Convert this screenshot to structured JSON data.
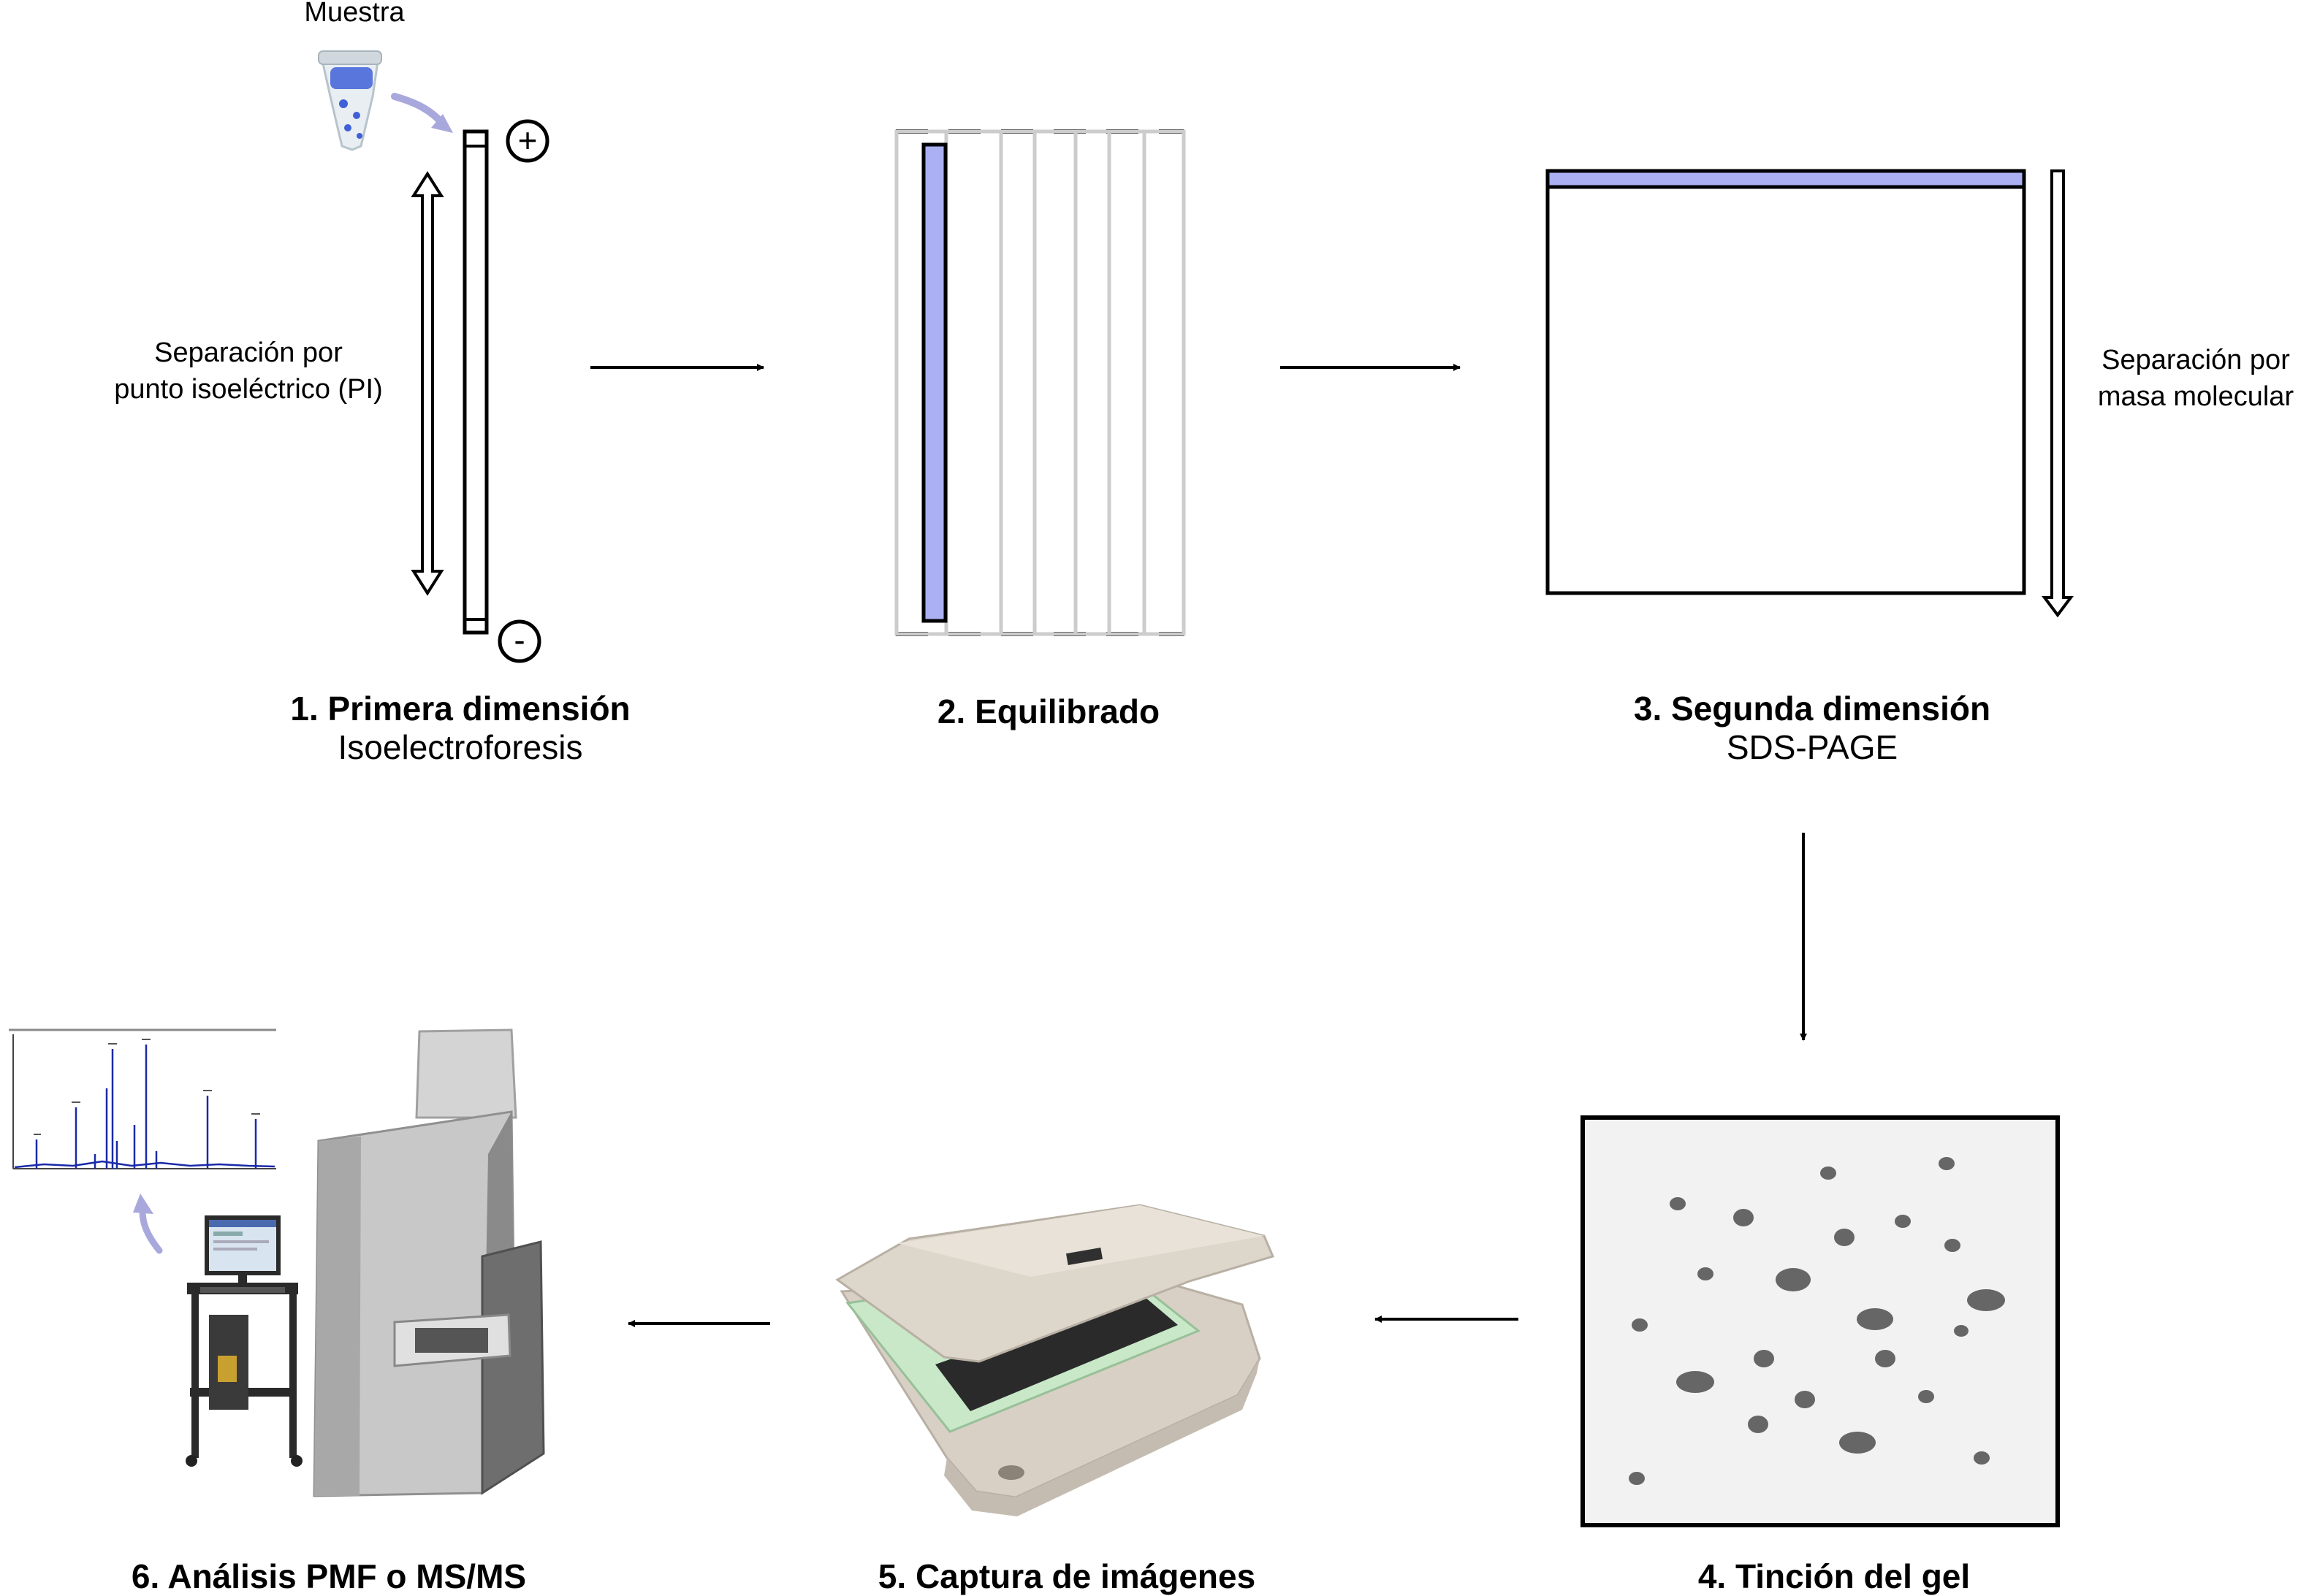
{
  "labels": {
    "sample": "Muestra",
    "pi_separation_1": "Separación por",
    "pi_separation_2": "punto isoeléctrico (PI)",
    "plus": "+",
    "minus": "-",
    "mass_separation_1": "Separación por",
    "mass_separation_2": "masa molecular"
  },
  "steps": [
    {
      "title": "1. Primera dimensión",
      "subtitle": "Isoelectroforesis"
    },
    {
      "title": "2. Equilibrado",
      "subtitle": ""
    },
    {
      "title": "3. Segunda dimensión",
      "subtitle": "SDS-PAGE"
    },
    {
      "title": "4. Tinción del gel",
      "subtitle": ""
    },
    {
      "title": "5. Captura de imágenes",
      "subtitle": ""
    },
    {
      "title": "6. Análisis PMF o MS/MS",
      "subtitle": ""
    }
  ],
  "colors": {
    "gel_strip": "#aab0f2",
    "gel_background": "#f2f2f2",
    "spot": "#666666",
    "curved_arrow": "#a8a8dc",
    "equil_lines": "#cccccc"
  },
  "icons": {
    "sample_tube": "tube-icon",
    "scanner": "scanner-icon",
    "mass_spectrometer": "mass-spectrometer-icon",
    "spectrum": "mass-spectrum-icon"
  }
}
